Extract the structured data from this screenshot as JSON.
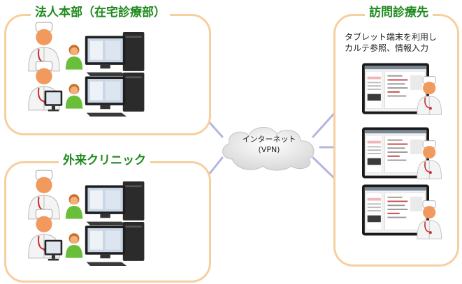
{
  "colors": {
    "box_border": "#f7cf9e",
    "title_green": "#1e8a1e",
    "line": "#b3b6de",
    "cloud": "#e6e6e6"
  },
  "hq": {
    "title": "法人本部（在宅診療部）"
  },
  "clinic": {
    "title": "外来クリニック"
  },
  "visit": {
    "title": "訪問診療先",
    "caption_line1": "タブレット端末を利用し",
    "caption_line2": "カルテ参照、情報入力"
  },
  "network": {
    "label_line1": "インターネット",
    "label_line2": "(VPN)"
  },
  "icons": [
    "doctor-icon",
    "patient-icon",
    "desktop-pc-icon",
    "monitor-icon",
    "tablet-icon",
    "cloud-icon"
  ]
}
